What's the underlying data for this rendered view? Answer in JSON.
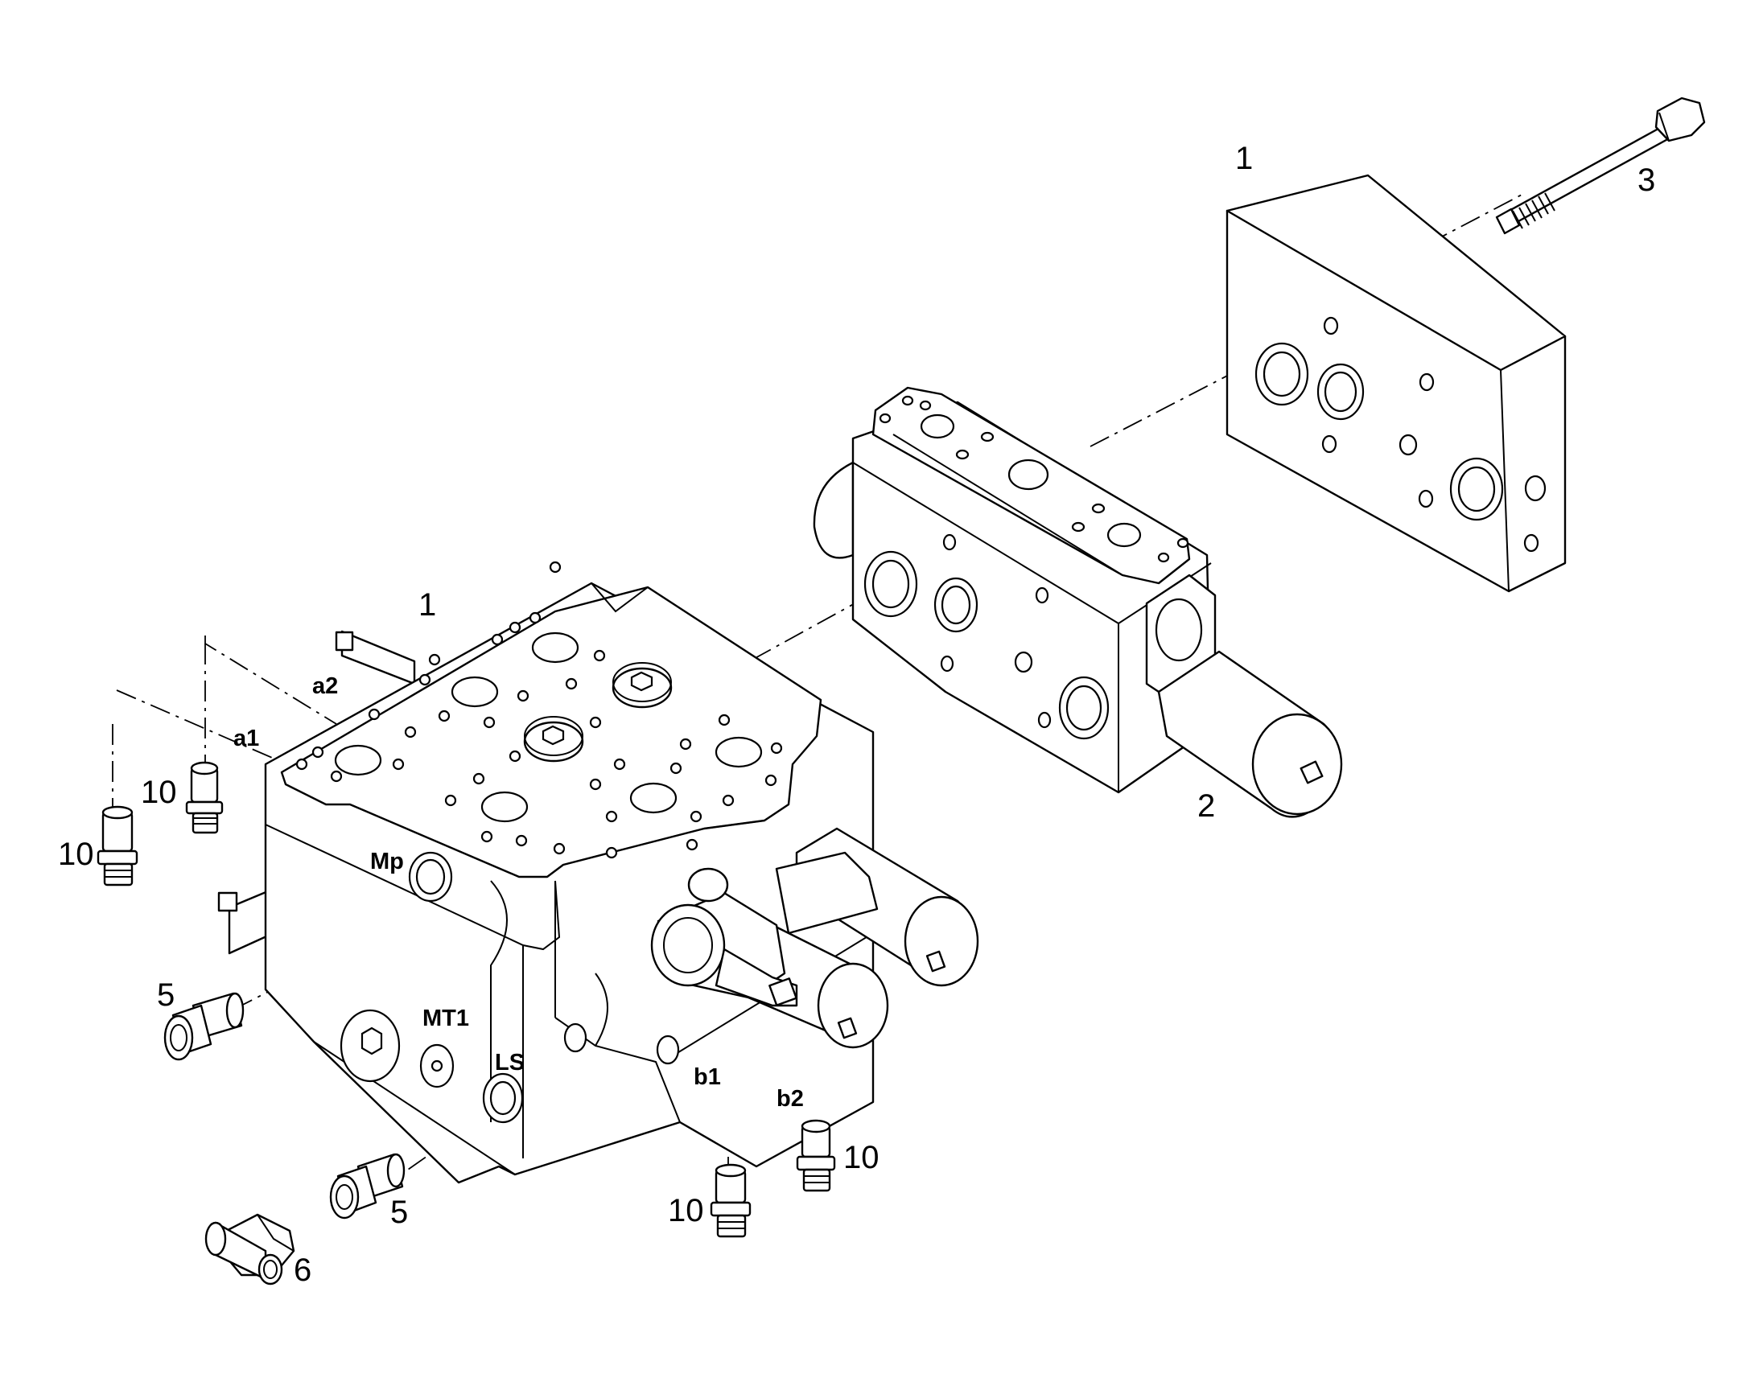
{
  "callouts": {
    "valve_section_front": "1",
    "valve_section_rear": "1",
    "valve_section_middle": "2",
    "tie_bolt": "3",
    "fitting_mp": "5",
    "fitting_ls": "5",
    "elbow": "6",
    "plug_a1": "10",
    "plug_a2": "10",
    "plug_b1": "10",
    "plug_b2": "10"
  },
  "ports": {
    "a1": "a1",
    "a2": "a2",
    "b1": "b1",
    "b2": "b2",
    "mp": "Mp",
    "mt1": "MT1",
    "ls": "LS"
  }
}
